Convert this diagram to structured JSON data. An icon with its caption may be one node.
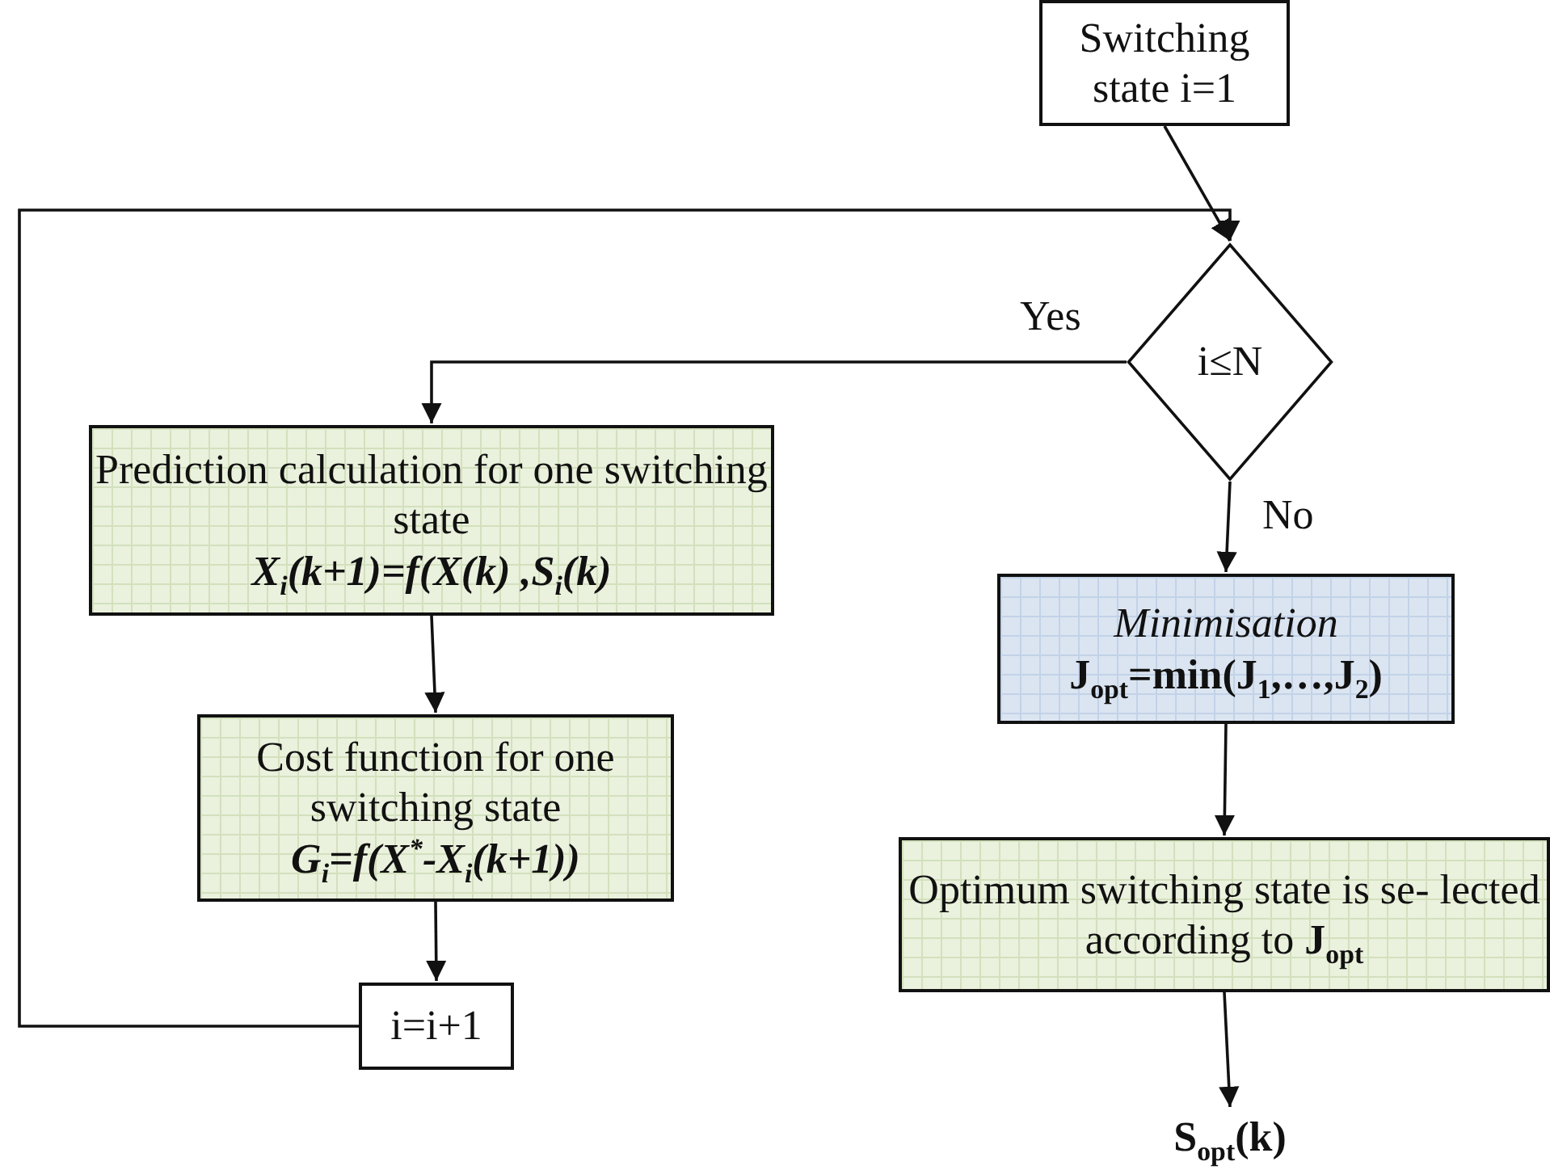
{
  "diagram": {
    "nodes": [
      {
        "text": [
          "Switching state i=1"
        ]
      },
      {
        "text": [
          "i≤N"
        ]
      },
      {
        "text": [
          "Prediction calculation for one switching state",
          "X$_{i}$(k+1)=f(X(k) ,S$_{i}$(k)"
        ]
      },
      {
        "text": [
          "Cost function for one switching state",
          "G$_{i}$=f(X$^{*}$-X$_{i}$(k+1))"
        ]
      },
      {
        "text": [
          "i=i+1"
        ]
      },
      {
        "text": [
          "Minimisation",
          "J$_{opt}$=min(J$_{1}$,…,J$_{2}$)"
        ]
      },
      {
        "text": [
          "Optimum switching state is se- lected according to **J$_{opt}$**"
        ]
      },
      {
        "text": [
          "S$_{opt}$(k)"
        ]
      }
    ],
    "edges": [
      {
        "from": 0,
        "to": 1,
        "arrow": "to"
      },
      {
        "from": 4,
        "to": 1,
        "arrow": "to"
      },
      {
        "from": 1,
        "to": 2,
        "arrow": "to",
        "label": "Yes"
      },
      {
        "from": 1,
        "to": 5,
        "arrow": "to",
        "label": "No"
      },
      {
        "from": 2,
        "to": 3,
        "arrow": "to"
      },
      {
        "from": 3,
        "to": 4,
        "arrow": "to"
      },
      {
        "from": 5,
        "to": 6,
        "arrow": "to"
      },
      {
        "from": 6,
        "to": 7,
        "arrow": "to"
      }
    ]
  }
}
